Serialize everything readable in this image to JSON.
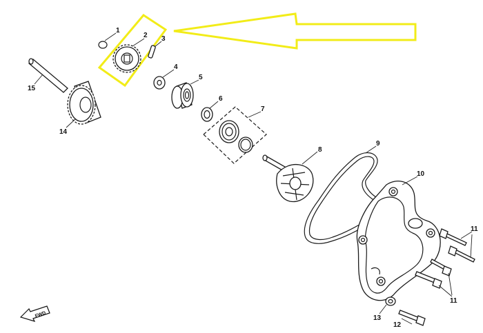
{
  "diagram": {
    "callout_color": "#f2ec18",
    "line_color": "#1a1a1a",
    "direction_label": "FWD",
    "parts": [
      {
        "id": "1",
        "label": "1"
      },
      {
        "id": "2",
        "label": "2"
      },
      {
        "id": "3",
        "label": "3"
      },
      {
        "id": "4",
        "label": "4"
      },
      {
        "id": "5",
        "label": "5"
      },
      {
        "id": "6",
        "label": "6"
      },
      {
        "id": "7",
        "label": "7"
      },
      {
        "id": "8",
        "label": "8"
      },
      {
        "id": "9",
        "label": "9"
      },
      {
        "id": "10",
        "label": "10"
      },
      {
        "id": "11a",
        "label": "11"
      },
      {
        "id": "11b",
        "label": "11"
      },
      {
        "id": "12",
        "label": "12"
      },
      {
        "id": "13",
        "label": "13"
      },
      {
        "id": "14",
        "label": "14"
      },
      {
        "id": "15",
        "label": "15"
      }
    ]
  }
}
